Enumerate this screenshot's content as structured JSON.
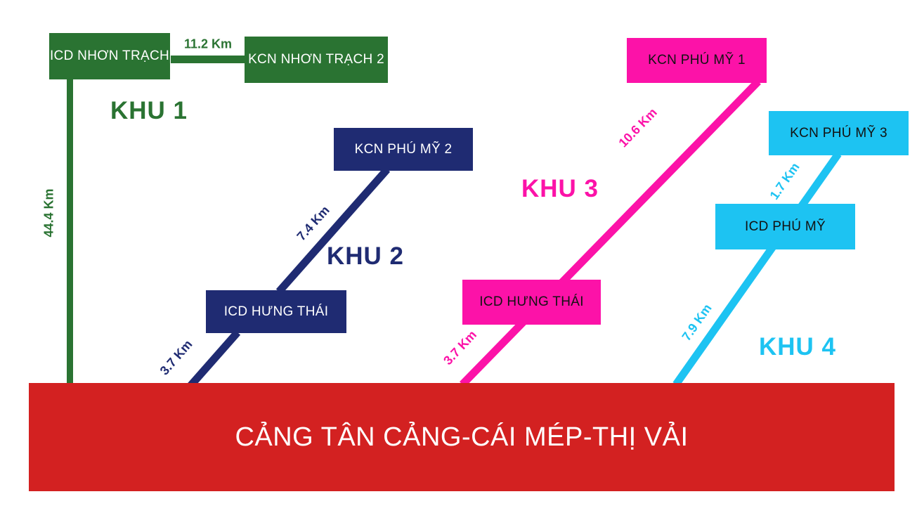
{
  "port": {
    "name": "CẢNG TÂN CẢNG-CÁI MÉP-THỊ VẢI",
    "color": "#D32121",
    "text_color": "#FFFFFF"
  },
  "zones": [
    {
      "name": "KHU 1",
      "color": "#2A7332",
      "nodes": [
        {
          "label": "ICD NHƠN TRẠCH"
        },
        {
          "label": "KCN NHƠN TRẠCH 2"
        }
      ],
      "distances": [
        {
          "from": "ICD NHƠN TRẠCH",
          "to": "KCN NHƠN TRẠCH 2",
          "label": "11.2 Km"
        },
        {
          "from": "ICD NHƠN TRẠCH",
          "to": "CẢNG TÂN CẢNG-CÁI MÉP-THỊ VẢI",
          "label": "44.4 Km"
        }
      ]
    },
    {
      "name": "KHU 2",
      "color": "#1F2B72",
      "nodes": [
        {
          "label": "KCN PHÚ MỸ 2"
        },
        {
          "label": "ICD HƯNG THÁI"
        }
      ],
      "distances": [
        {
          "from": "KCN PHÚ MỸ 2",
          "to": "ICD HƯNG THÁI",
          "label": "7.4 Km"
        },
        {
          "from": "ICD HƯNG THÁI",
          "to": "CẢNG TÂN CẢNG-CÁI MÉP-THỊ VẢI",
          "label": "3.7 Km"
        }
      ]
    },
    {
      "name": "KHU 3",
      "color": "#FC12A8",
      "nodes": [
        {
          "label": "KCN PHÚ MỸ 1"
        },
        {
          "label": "ICD HƯNG THÁI"
        }
      ],
      "distances": [
        {
          "from": "KCN PHÚ MỸ 1",
          "to": "ICD HƯNG THÁI",
          "label": "10.6 Km"
        },
        {
          "from": "ICD HƯNG THÁI",
          "to": "CẢNG TÂN CẢNG-CÁI MÉP-THỊ VẢI",
          "label": "3.7 Km"
        }
      ]
    },
    {
      "name": "KHU 4",
      "color": "#1DC3F2",
      "nodes": [
        {
          "label": "KCN PHÚ MỸ 3"
        },
        {
          "label": "ICD PHÚ MỸ"
        }
      ],
      "distances": [
        {
          "from": "KCN PHÚ MỸ 3",
          "to": "ICD PHÚ MỸ",
          "label": "1.7 Km"
        },
        {
          "from": "ICD PHÚ MỸ",
          "to": "CẢNG TÂN CẢNG-CÁI MÉP-THỊ VẢI",
          "label": "7.9 Km"
        }
      ]
    }
  ]
}
